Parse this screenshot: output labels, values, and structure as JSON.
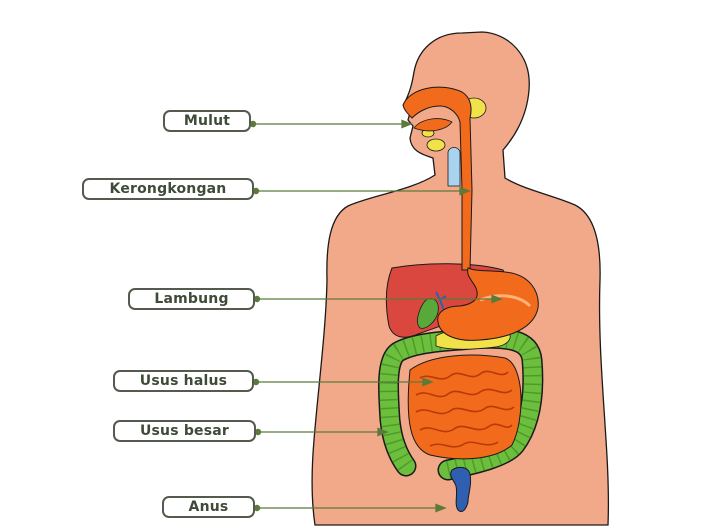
{
  "labels": {
    "mulut": "Mulut",
    "kerongkongan": "Kerongkongan",
    "lambung": "Lambung",
    "usus_halus": "Usus halus",
    "usus_besar": "Usus besar",
    "anus": "Anus"
  },
  "colors": {
    "skin": "#f2a98a",
    "outline": "#1a1a1a",
    "digestive_tract": "#f26a1b",
    "liver": "#d9473f",
    "large_intestine": "#6cbf3c",
    "pancreas": "#f2e24a",
    "rectum": "#2f5fb0",
    "trachea": "#a9d3ee",
    "pointer": "#5b7a3b"
  }
}
